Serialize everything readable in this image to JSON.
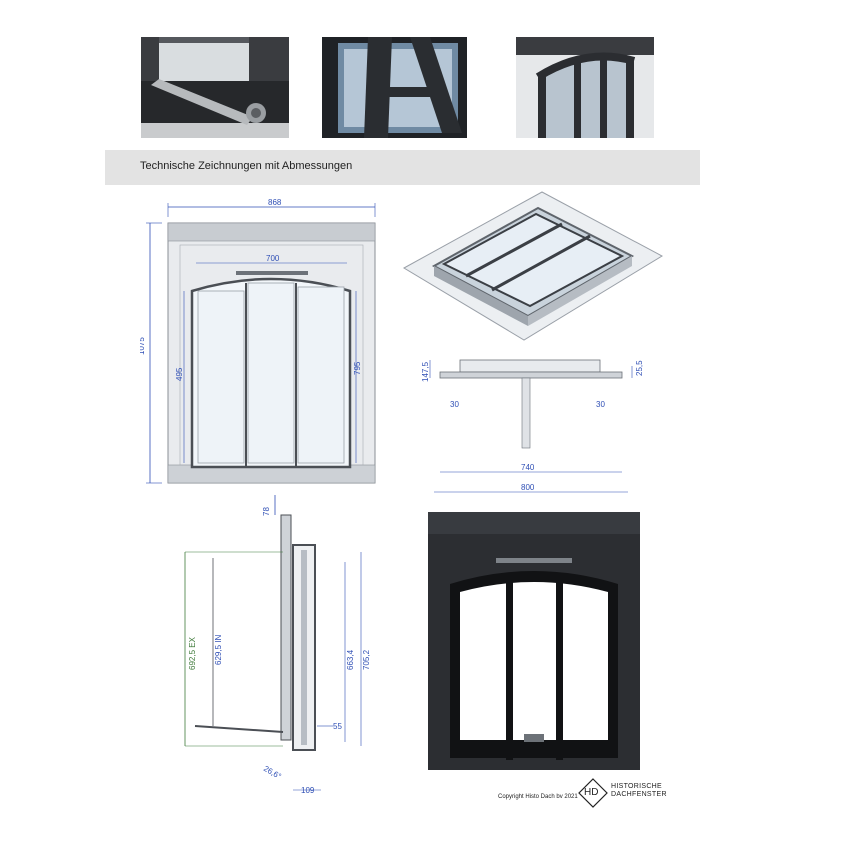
{
  "section": {
    "title": "Technische Zeichnungen mit Abmessungen"
  },
  "dimensions": {
    "front_width": "868",
    "front_height": "1075",
    "inner_width": "700",
    "side_left": "495",
    "side_right": "795",
    "side_top": "147,5",
    "side_right_top": "25,5",
    "offset_left": "30",
    "offset_right": "30",
    "inner_span": "740",
    "outer_span": "800",
    "prof_top": "78",
    "prof_ex": "692,5 EX",
    "prof_in": "629,5 IN",
    "prof_663": "663,4",
    "prof_705": "705,2",
    "prof_55": "55",
    "prof_angle": "26,6°",
    "prof_109": "109"
  },
  "footer": {
    "copyright": "Copyright Histo Dach bv 2021",
    "logo_mark": "HD",
    "logo_line1": "HISTORISCHE",
    "logo_line2": "DACHFENSTER"
  },
  "colors": {
    "frame": "#2b2d31",
    "blue_dim": "#2f4fb5",
    "green_dim": "#3f7a3a",
    "glass": "#dfe9f3"
  }
}
